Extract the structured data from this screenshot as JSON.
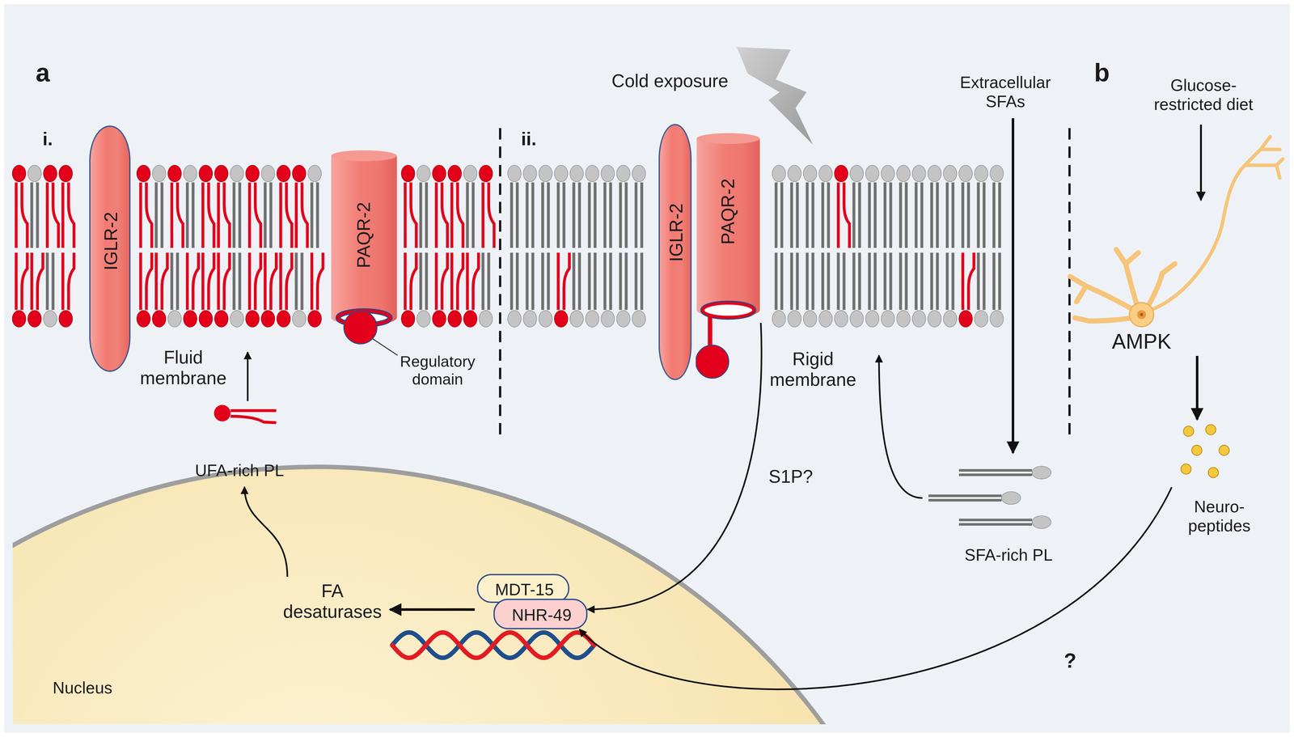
{
  "diagram": {
    "nodes": [
      {
        "text": [
          "IGLR-2"
        ]
      },
      {
        "text": [
          "PAQR-2"
        ]
      },
      {
        "text": [
          "IGLR-2"
        ]
      },
      {
        "text": [
          "PAQR-2"
        ]
      },
      {
        "text": [
          "Nucleus"
        ]
      },
      {
        "text": [
          "MDT-15"
        ],
        "in": 4
      },
      {
        "text": [
          "NHR-49"
        ],
        "in": 4
      },
      {
        "text": [
          "AMPK"
        ]
      },
      {
        "text": [
          "Neuro- peptides"
        ]
      }
    ],
    "edges": [
      {
        "from": 3,
        "to": 6,
        "arrow": "to",
        "label": "S1P?"
      },
      {
        "from": 7,
        "to": 8,
        "arrow": "to"
      },
      {
        "from": 8,
        "to": 6,
        "arrow": "to",
        "label": "?"
      }
    ],
    "labels": [
      "a",
      "i.",
      "Fluid membrane",
      "Regulatory domain",
      "UFA-rich PL",
      "ii.",
      "Cold exposure",
      "Rigid membrane",
      "Extracellular SFAs",
      "SFA-rich PL",
      "FA desaturases",
      "b",
      "Glucose- restricted diet"
    ]
  }
}
